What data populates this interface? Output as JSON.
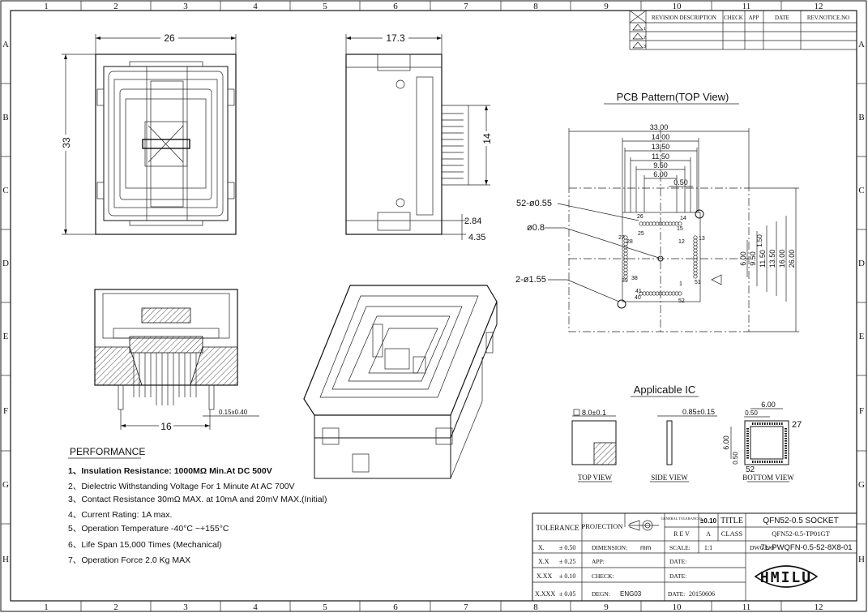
{
  "border": {
    "columns": [
      "1",
      "2",
      "3",
      "4",
      "5",
      "6",
      "7",
      "8",
      "9",
      "10",
      "11",
      "12"
    ],
    "rows": [
      "A",
      "B",
      "C",
      "D",
      "E",
      "F",
      "G",
      "H"
    ]
  },
  "revision_table": {
    "headers": [
      "REVISION DESCRIPTION",
      "CHECK",
      "APP",
      "DATE",
      "REV.NOTICE.NO"
    ],
    "row_marks": [
      "1",
      "2",
      "3"
    ]
  },
  "dimensions": {
    "top_width": "26",
    "top_height": "33",
    "side_width": "17.3",
    "side_height": "14",
    "side_dim_a": "2.84",
    "side_dim_b": "4.35",
    "front_width": "16",
    "front_pitch": "0.15x0.40"
  },
  "pcb": {
    "title": "PCB Pattern(TOP View)",
    "h_dims": [
      "33.00",
      "14.00",
      "13.50",
      "11.50",
      "9.50",
      "6.00",
      "0.50"
    ],
    "v_dims": [
      "6.00",
      "9.50",
      "11.50",
      "13.50",
      "16.00",
      "26.00",
      "1.50"
    ],
    "callouts": [
      "52-ø0.55",
      "ø0.8",
      "2-ø1.55"
    ],
    "pin_labels": [
      "26",
      "14",
      "25",
      "15",
      "27",
      "28",
      "12",
      "13",
      "39",
      "38",
      "1",
      "51",
      "41",
      "40",
      "52"
    ]
  },
  "ic": {
    "title": "Applicable IC",
    "top_dim": "8.0±0.1",
    "side_dim": "0.85±0.15",
    "bottom_w": "6.00",
    "bottom_pitch": "0.50",
    "bottom_h": "6.00",
    "bottom_pitch_v": "0.50",
    "pin_a": "27",
    "pin_b": "52",
    "top_view": "TOP VIEW",
    "side_view": "SIDE VIEW",
    "bottom_view": "BOTTOM VIEW"
  },
  "performance": {
    "heading": "PERFORMANCE",
    "items": [
      "1、Insulation Resistance: 1000MΩ Min.At DC 500V",
      "2、Dielectric Withstanding Voltage For 1 Minute At AC 700V",
      "3、Contact Resistance 30mΩ MAX. at 10mA and 20mV MAX.(Initial)",
      "4、Current Rating: 1A max.",
      "5、Operation Temperature -40°C ~+155°C",
      "6、Life Span 15,000 Times (Mechanical)",
      "7、Operation Force 2.0 Kg MAX"
    ]
  },
  "title_block": {
    "tolerance": "TOLERANCE",
    "projection": "PROJECTION",
    "general_tol": "GENERAL TOLERANCES",
    "general_tol_val": "±0.10",
    "title_label": "TITLE",
    "title_value": "QFN52-0.5 SOCKET",
    "rev_label": "R E V",
    "rev_value": "A",
    "class_label": "CLASS",
    "class_value": "QFN52-0.5-TP01GT",
    "tol_rows": [
      {
        "label": "X.",
        "val": "± 0.50"
      },
      {
        "label": "X.X",
        "val": "± 0.25"
      },
      {
        "label": "X.XX",
        "val": "± 0.10"
      },
      {
        "label": "X.XXX",
        "val": "± 0.05"
      }
    ],
    "dimension_label": "DIMENSION:",
    "dimension_value": "mm",
    "scale_label": "SCALE:",
    "scale_value": "1:1",
    "dwg_label": "DWG.NO",
    "dwg_value": "7L-PWQFN-0.5-52-8X8-01",
    "app_label": "APP:",
    "app_date": "DATE:",
    "check_label": "CHECK:",
    "check_date": "DATE:",
    "design_label": "DEGN:",
    "design_value": "ENG03",
    "design_date_label": "DATE:",
    "design_date": "20150606",
    "logo": "HMILU"
  }
}
